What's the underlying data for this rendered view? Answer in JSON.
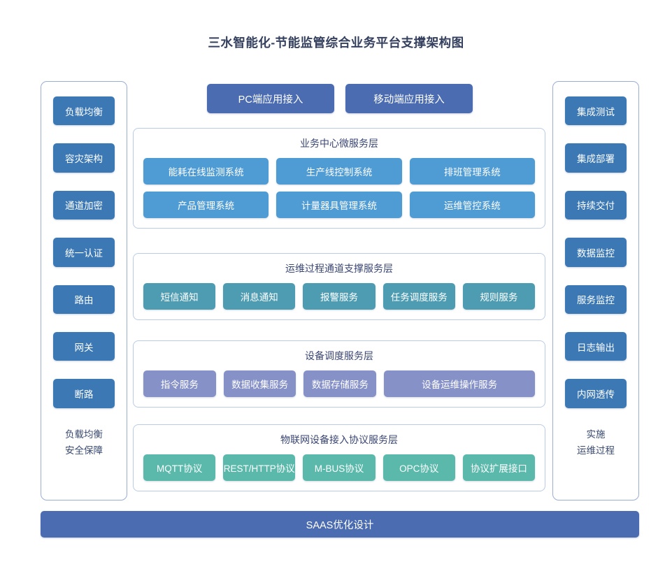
{
  "title": "三水智能化-节能监管综合业务平台支撑架构图",
  "colors": {
    "title_text": "#34405e",
    "side_chip": "#3b78b4",
    "access_button": "#4b6cb0",
    "business_layer": "#4f9bd3",
    "ops_layer": "#4e9cb2",
    "device_layer": "#8691c8",
    "protocol_layer": "#5ab9ab",
    "bottom_bar": "#4b6cb0",
    "panel_border": "#b9cbe6",
    "side_panel_border": "#9aaed2",
    "background": "#ffffff"
  },
  "left_panel": {
    "items": [
      {
        "label": "负载均衡"
      },
      {
        "label": "容灾架构"
      },
      {
        "label": "通道加密"
      },
      {
        "label": "统一认证"
      },
      {
        "label": "路由"
      },
      {
        "label": "网关"
      },
      {
        "label": "断路"
      }
    ],
    "footer_line1": "负载均衡",
    "footer_line2": "安全保障"
  },
  "right_panel": {
    "items": [
      {
        "label": "集成测试"
      },
      {
        "label": "集成部署"
      },
      {
        "label": "持续交付"
      },
      {
        "label": "数据监控"
      },
      {
        "label": "服务监控"
      },
      {
        "label": "日志输出"
      },
      {
        "label": "内网透传"
      }
    ],
    "footer_line1": "实施",
    "footer_line2": "运维过程"
  },
  "access_buttons": [
    {
      "label": "PC端应用接入"
    },
    {
      "label": "移动端应用接入"
    }
  ],
  "layers": [
    {
      "id": "business",
      "title": "业务中心微服务层",
      "rows": [
        [
          {
            "label": "能耗在线监测系统"
          },
          {
            "label": "生产线控制系统"
          },
          {
            "label": "排班管理系统"
          }
        ],
        [
          {
            "label": "产品管理系统"
          },
          {
            "label": "计量器具管理系统"
          },
          {
            "label": "运维管控系统"
          }
        ]
      ]
    },
    {
      "id": "ops",
      "title": "运维过程通道支撑服务层",
      "rows": [
        [
          {
            "label": "短信通知"
          },
          {
            "label": "消息通知"
          },
          {
            "label": "报警服务"
          },
          {
            "label": "任务调度服务"
          },
          {
            "label": "规则服务"
          }
        ]
      ]
    },
    {
      "id": "device",
      "title": "设备调度服务层",
      "rows": [
        [
          {
            "label": "指令服务"
          },
          {
            "label": "数据收集服务"
          },
          {
            "label": "数据存储服务"
          },
          {
            "label": "设备运维操作服务",
            "wide": true
          }
        ]
      ]
    },
    {
      "id": "protocol",
      "title": "物联网设备接入协议服务层",
      "rows": [
        [
          {
            "label": "MQTT协议"
          },
          {
            "label": "REST/HTTP协议"
          },
          {
            "label": "M-BUS协议"
          },
          {
            "label": "OPC协议"
          },
          {
            "label": "协议扩展接口"
          }
        ]
      ]
    }
  ],
  "bottom_bar": {
    "label": "SAAS优化设计"
  }
}
